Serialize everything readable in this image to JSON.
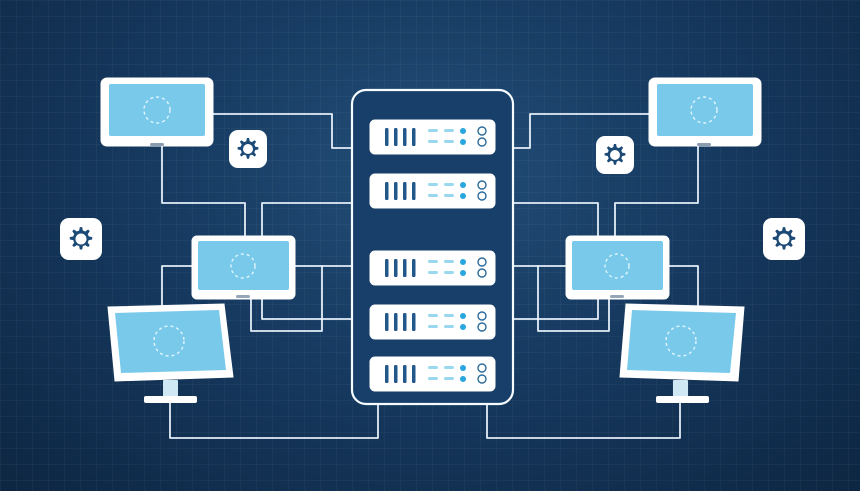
{
  "diagram": {
    "type": "network-topology",
    "central_node": {
      "kind": "server-rack",
      "unit_count": 5
    },
    "client_devices": {
      "left": [
        "laptop-display",
        "tablet-display",
        "desktop-monitor"
      ],
      "right": [
        "laptop-display",
        "tablet-display",
        "desktop-monitor"
      ]
    },
    "settings_icons": {
      "count": 4,
      "icon": "gear-icon"
    },
    "colors": {
      "background_top": "#234e78",
      "background_bottom": "#0d2642",
      "screen": "#79c9ea",
      "server_body": "#173f69",
      "connector": "#eef7ff",
      "gear": "#1c4a76",
      "accent": "#29a6de"
    }
  }
}
